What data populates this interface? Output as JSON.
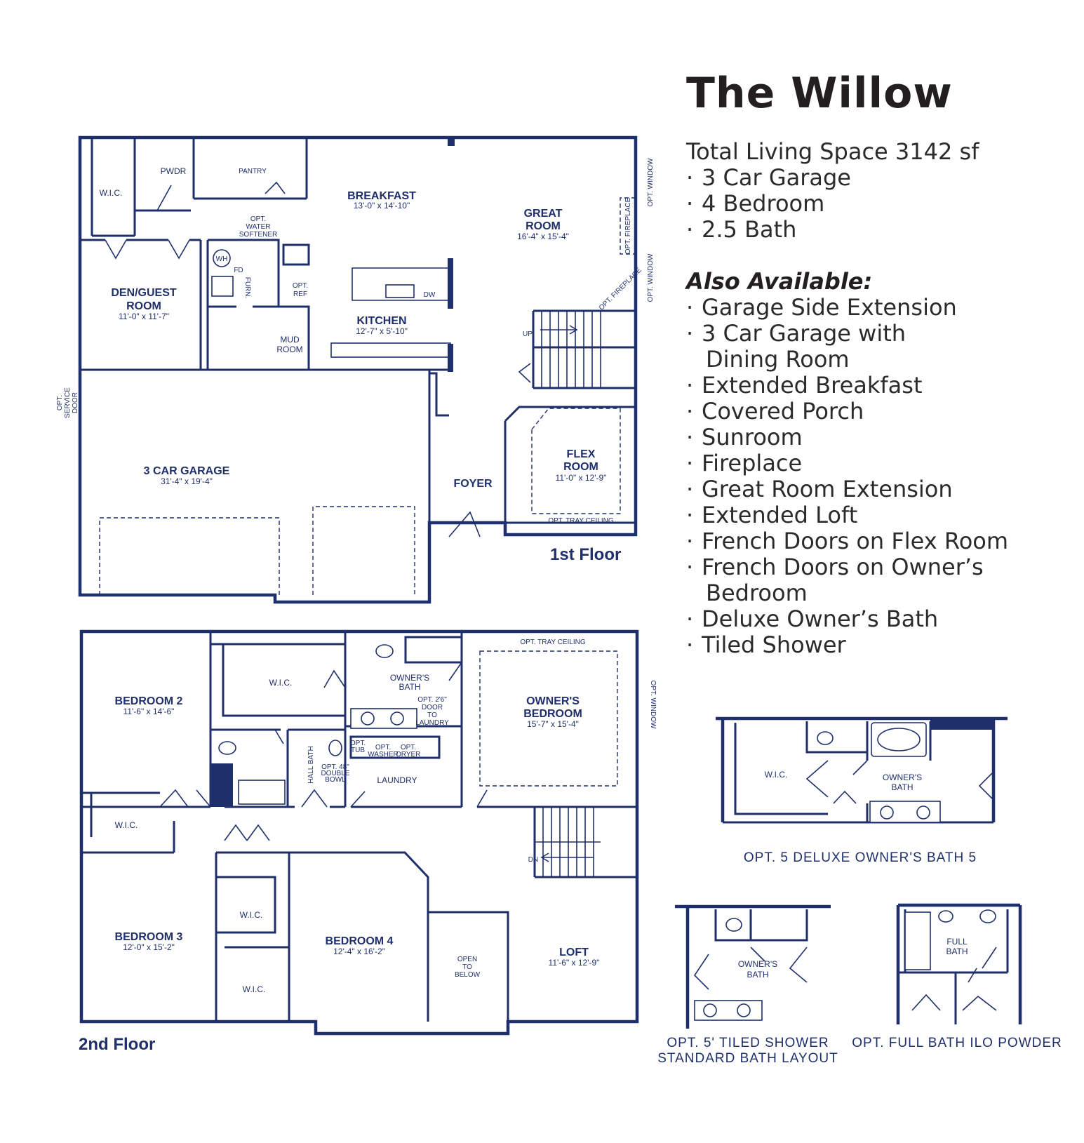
{
  "plan": {
    "title": "The Willow",
    "features": [
      "Total Living Space 3142 sf",
      "3 Car Garage",
      "4 Bedroom",
      "2.5 Bath"
    ],
    "also_title": "Also Available:",
    "also_items": [
      [
        "Garage Side Extension"
      ],
      [
        "3 Car Garage with",
        "Dining Room"
      ],
      [
        "Extended Breakfast"
      ],
      [
        "Covered Porch"
      ],
      [
        "Sunroom"
      ],
      [
        "Fireplace"
      ],
      [
        "Great Room Extension"
      ],
      [
        "Extended Loft"
      ],
      [
        "French Doors on Flex Room"
      ],
      [
        "French Doors on Owner’s",
        "Bedroom"
      ],
      [
        "Deluxe Owner’s Bath"
      ],
      [
        "Tiled Shower"
      ]
    ]
  },
  "floor1": {
    "label": "1st Floor",
    "rooms": {
      "wic": "W.I.C.",
      "pwdr": "PWDR",
      "pantry": "PANTRY",
      "breakfast": "BREAKFAST",
      "breakfast_dim": "13'-0\" x 14'-10\"",
      "great_room_1": "GREAT",
      "great_room_2": "ROOM",
      "great_room_dim": "16'-4\" x 15'-4\"",
      "den_1": "DEN/GUEST",
      "den_2": "ROOM",
      "den_dim": "11'-0\" x 11'-7\"",
      "water_1": "OPT.",
      "water_2": "WATER",
      "water_3": "SOFTENER",
      "wh": "WH",
      "fd": "FD",
      "furn": "FURN.",
      "ref_1": "OPT.",
      "ref_2": "REF",
      "dw": "DW",
      "kitchen": "KITCHEN",
      "kitchen_dim": "12'-7\" x 5'-10\"",
      "mud_1": "MUD",
      "mud_2": "ROOM",
      "up": "UP",
      "garage": "3 CAR GARAGE",
      "garage_dim": "31'-4\" x 19'-4\"",
      "foyer": "FOYER",
      "flex_1": "FLEX",
      "flex_2": "ROOM",
      "flex_dim": "11'-0\" x 12'-9\"",
      "tray": "OPT. TRAY CEILING",
      "window_a": "OPT. WINDOW",
      "fireplace_a": "OPT. FIREPLACE",
      "window_b": "OPT. WINDOW",
      "fireplace_b": "OPT. FIREPLACE",
      "service_1": "OPT.",
      "service_2": "SERVICE",
      "service_3": "DOOR"
    }
  },
  "floor2": {
    "label": "2nd Floor",
    "rooms": {
      "bedroom2": "BEDROOM 2",
      "bedroom2_dim": "11'-6\" x 14'-6\"",
      "wic_main": "W.I.C.",
      "owners_bath_1": "OWNER'S",
      "owners_bath_2": "BATH",
      "door_1": "OPT. 2'6\"",
      "door_2": "DOOR",
      "door_3": "TO",
      "door_4": "LAUNDRY",
      "tray": "OPT. TRAY CEILING",
      "owners_bed_1": "OWNER'S",
      "owners_bed_2": "BEDROOM",
      "owners_bed_dim": "15'-7\" x 15'-4\"",
      "window": "OPT. WINDOW",
      "opt_tub_1": "OPT.",
      "opt_tub_2": "TUB",
      "washer_1": "OPT.",
      "washer_2": "WASHER",
      "dryer_1": "OPT.",
      "dryer_2": "DRYER",
      "hall_bath": "HALL BATH",
      "double_1": "OPT. 48\"",
      "double_2": "DOUBLE",
      "double_3": "BOWL",
      "laundry": "LAUNDRY",
      "wic_b2": "W.I.C.",
      "dn": "DN",
      "wic_b3a": "W.I.C.",
      "wic_b3b": "W.I.C.",
      "bedroom3": "BEDROOM 3",
      "bedroom3_dim": "12'-0\" x 15'-2\"",
      "bedroom4": "BEDROOM 4",
      "bedroom4_dim": "12'-4\" x 16'-2\"",
      "open_1": "OPEN",
      "open_2": "TO",
      "open_3": "BELOW",
      "loft": "LOFT",
      "loft_dim": "11'-6\" x 12'-9\""
    }
  },
  "options": {
    "deluxe_caption": "OPT. 5 DELUXE OWNER'S BATH 5",
    "deluxe_wic": "W.I.C.",
    "deluxe_bath_1": "OWNER'S",
    "deluxe_bath_2": "BATH",
    "tiled_caption_1": "OPT. 5' TILED SHOWER",
    "tiled_caption_2": "STANDARD BATH LAYOUT",
    "tiled_bath_1": "OWNER'S",
    "tiled_bath_2": "BATH",
    "full_caption": "OPT. FULL BATH ILO POWDER",
    "full_bath_1": "FULL",
    "full_bath_2": "BATH"
  }
}
